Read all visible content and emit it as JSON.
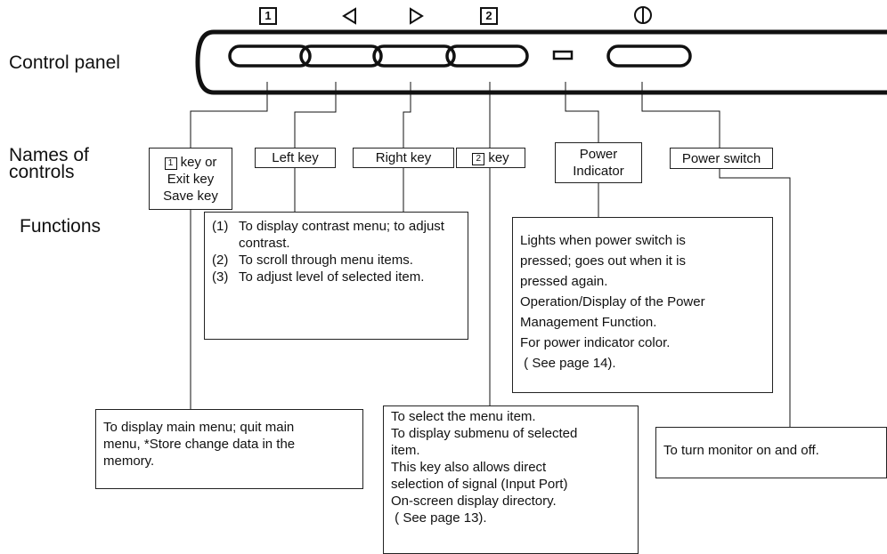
{
  "section_labels": {
    "control_panel": "Control panel",
    "names_of_controls_line1": "Names of",
    "names_of_controls_line2": "controls",
    "functions": "Functions"
  },
  "button_symbols": {
    "key1": "1",
    "left": "◁",
    "right": "▷",
    "key2": "2",
    "power": "⏀"
  },
  "controls": {
    "key1_line1": "key or",
    "key1_line2": "Exit key",
    "key1_line3": "Save key",
    "left_key": "Left key",
    "right_key": "Right key",
    "key2": "key",
    "power_indicator_line1": "Power",
    "power_indicator_line2": "Indicator",
    "power_switch": "Power switch"
  },
  "functions": {
    "arrow_keys": [
      {
        "num": "(1)",
        "text": "To display contrast menu; to adjust contrast."
      },
      {
        "num": "(2)",
        "text": "To scroll through menu items."
      },
      {
        "num": "(3)",
        "text": "To adjust level of selected item."
      }
    ],
    "power_indicator": [
      "Lights when power switch is",
      "pressed; goes out when it is",
      "pressed again.",
      "Operation/Display of the Power",
      "Management Function.",
      "For power indicator color.",
      " ( See page 14)."
    ],
    "key1": [
      "To display main menu; quit main",
      "menu, *Store change data in the",
      "memory."
    ],
    "key2": [
      "To select the menu item.",
      "To display submenu of selected",
      "item.",
      "This key also allows direct",
      "selection of signal (Input Port)",
      "On-screen display directory.",
      " ( See page 13)."
    ],
    "power_switch": "To turn monitor on and off."
  }
}
